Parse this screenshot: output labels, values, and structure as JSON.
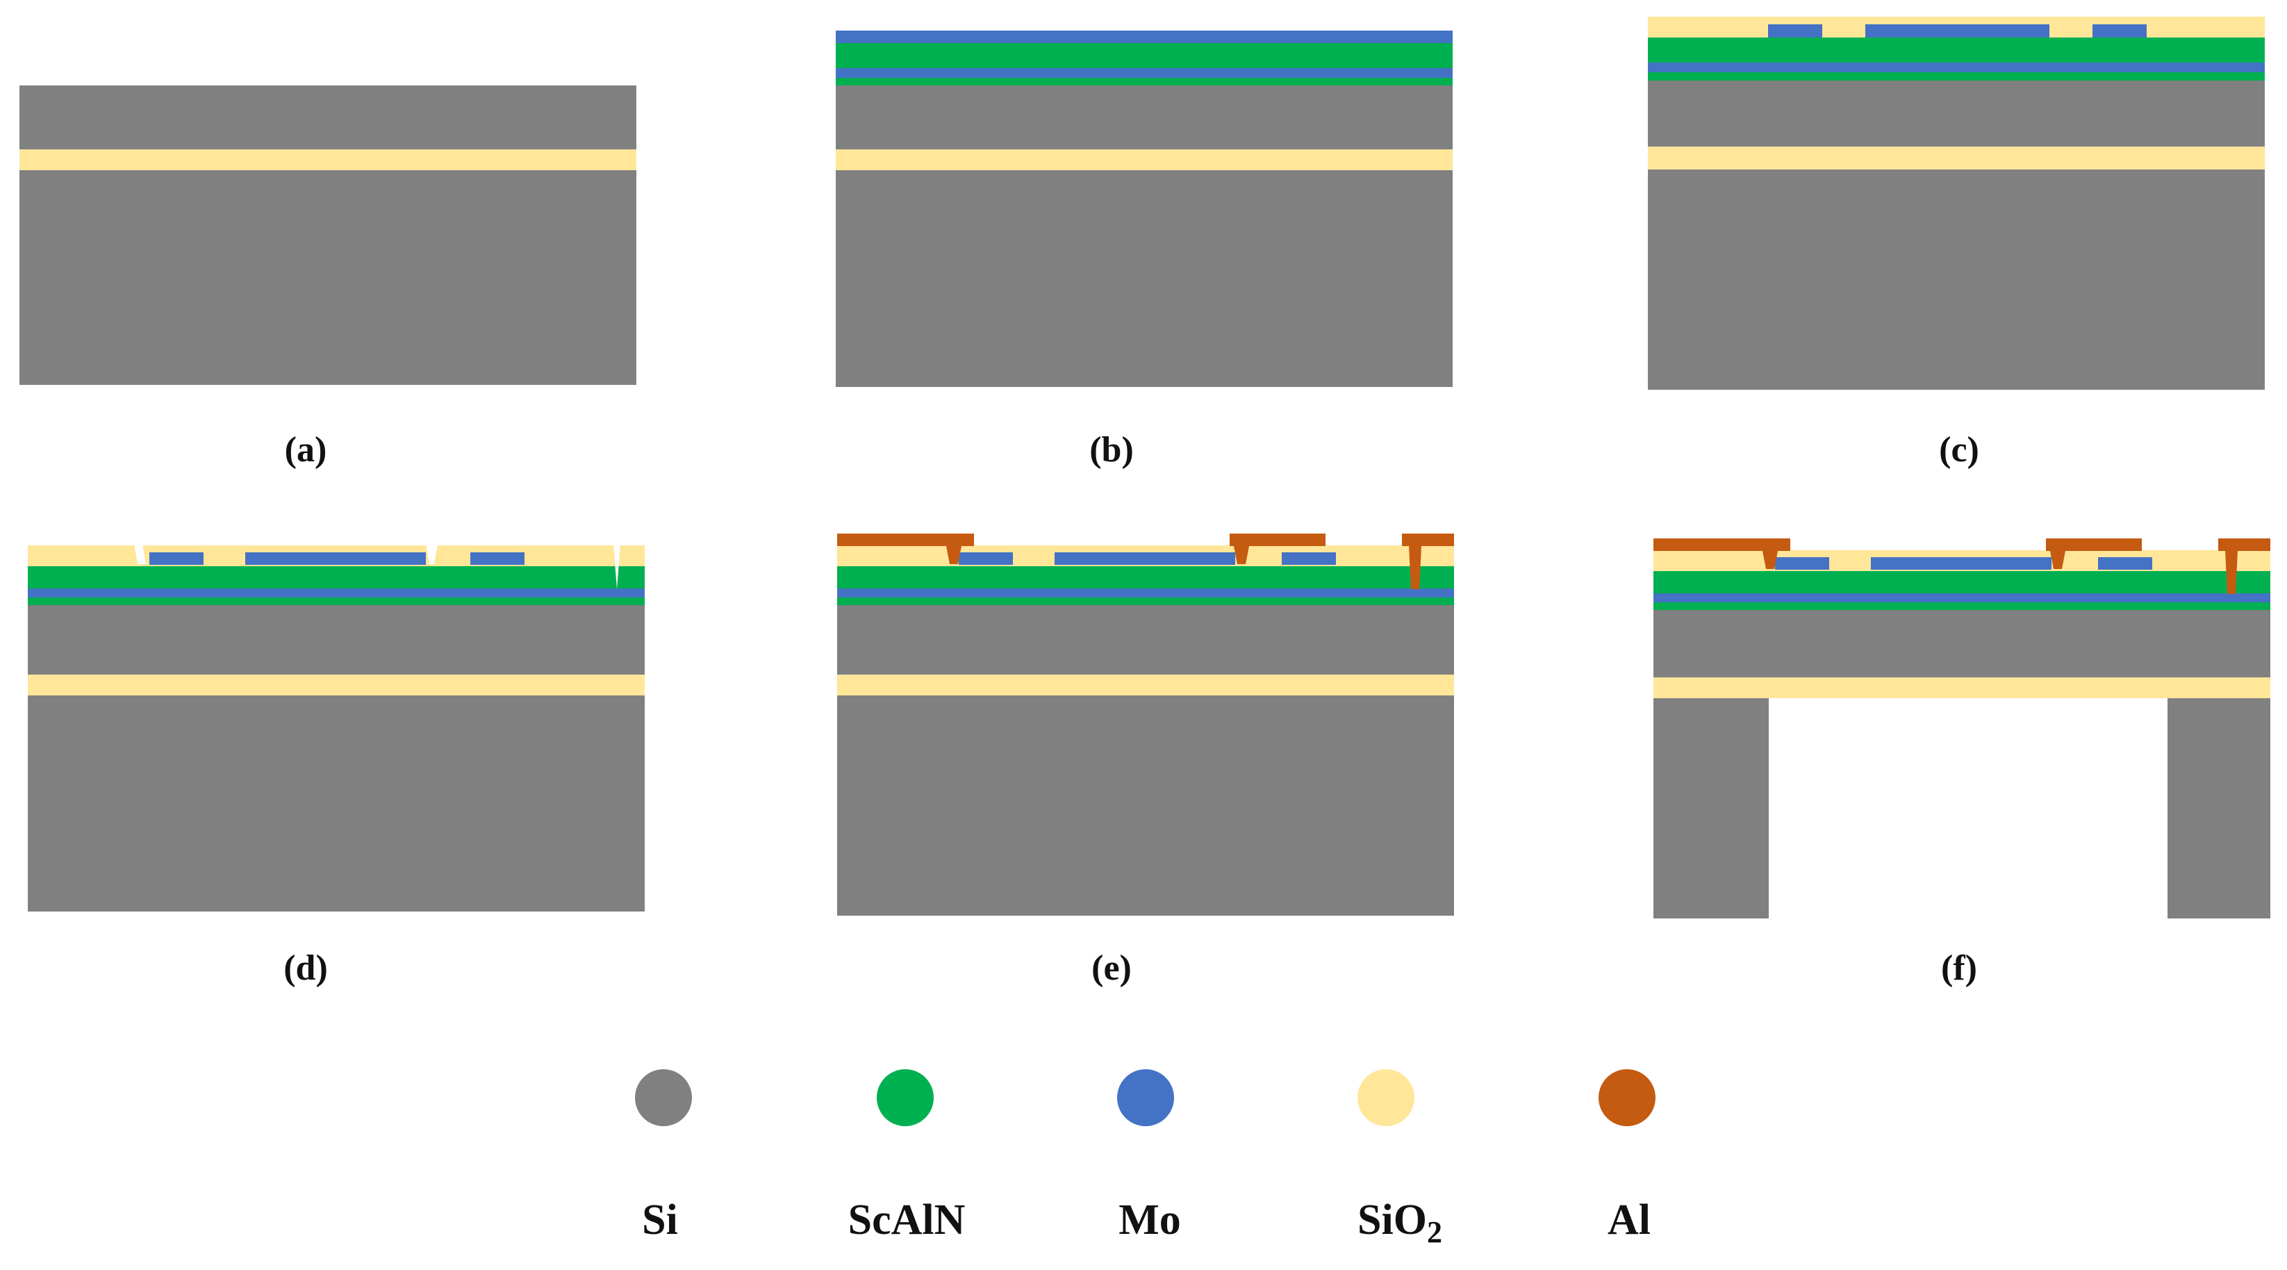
{
  "colors": {
    "Si": "#808080",
    "ScAlN": "#00b050",
    "Mo": "#4472c4",
    "SiO2": "#ffe699",
    "Al": "#c55a11",
    "background": "#ffffff"
  },
  "steps": [
    {
      "label": "(a)"
    },
    {
      "label": "(b)"
    },
    {
      "label": "(c)"
    },
    {
      "label": "(d)"
    },
    {
      "label": "(e)"
    },
    {
      "label": "(f)"
    }
  ],
  "legend": [
    {
      "material": "Si",
      "label": "Si",
      "sub": ""
    },
    {
      "material": "ScAlN",
      "label": "ScAlN",
      "sub": ""
    },
    {
      "material": "Mo",
      "label": "Mo",
      "sub": ""
    },
    {
      "material": "SiO2",
      "label": "SiO",
      "sub": "2"
    },
    {
      "material": "Al",
      "label": "Al",
      "sub": ""
    }
  ]
}
